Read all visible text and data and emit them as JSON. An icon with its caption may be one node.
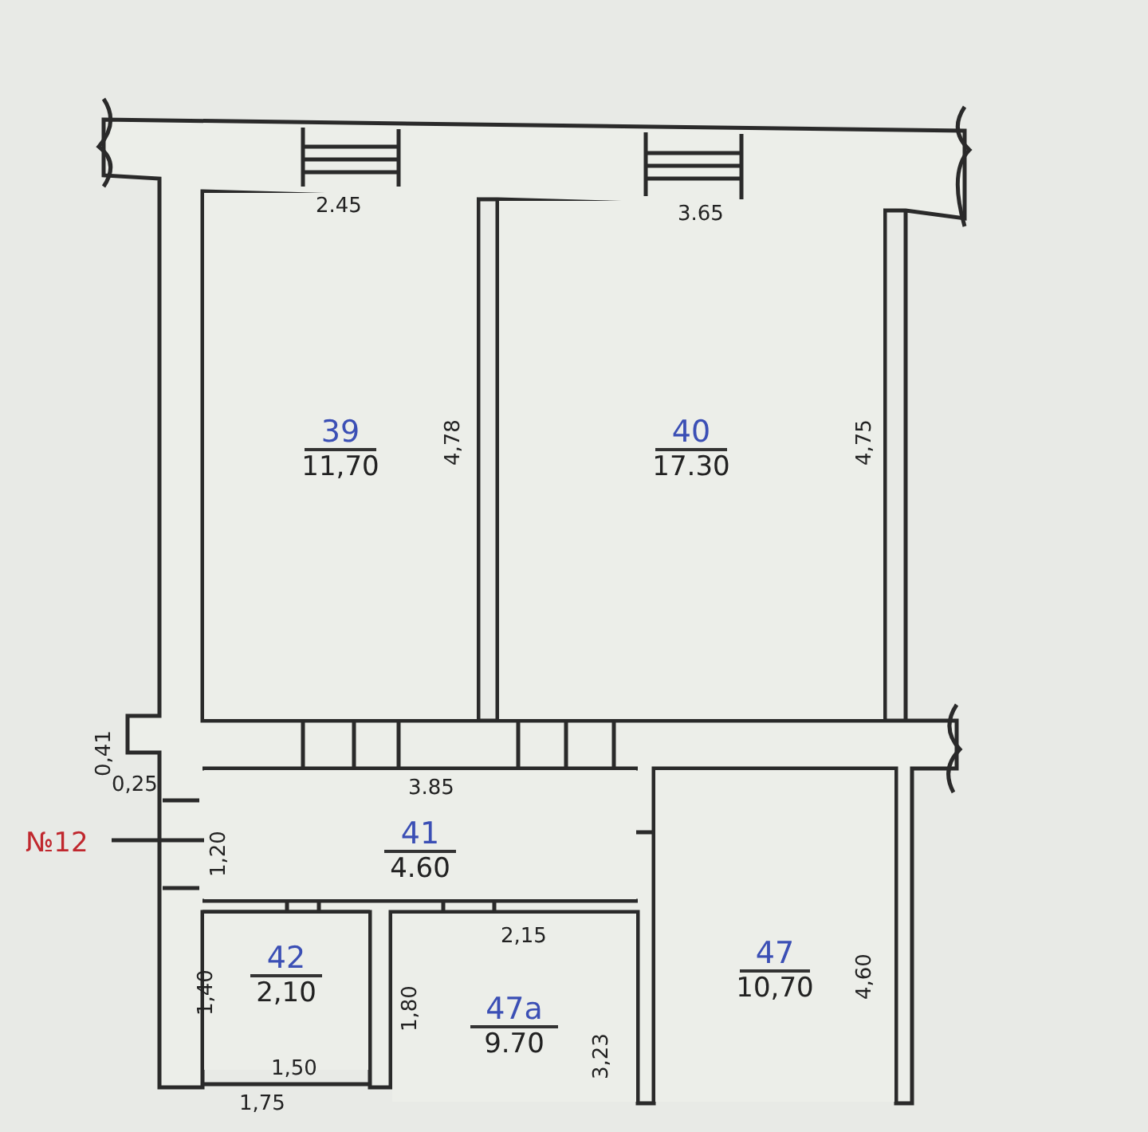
{
  "diagram": {
    "nodes": [
      {
        "text": [
          "39",
          "11,70"
        ]
      },
      {
        "text": [
          "40",
          "17.30"
        ]
      },
      {
        "text": [
          "41",
          "4.60"
        ]
      },
      {
        "text": [
          "42",
          "2,10"
        ]
      },
      {
        "text": [
          "47а",
          "9.70"
        ]
      },
      {
        "text": [
          "47",
          "10,70"
        ]
      }
    ],
    "labels": [
      "2.45",
      "3.65",
      "4,78",
      "4,75",
      "0,41",
      "0,25",
      "3.85",
      "№12",
      "1,20",
      "2,15",
      "1,40",
      "1,80",
      "1,50",
      "3,23",
      "4,60",
      "1,75"
    ]
  }
}
